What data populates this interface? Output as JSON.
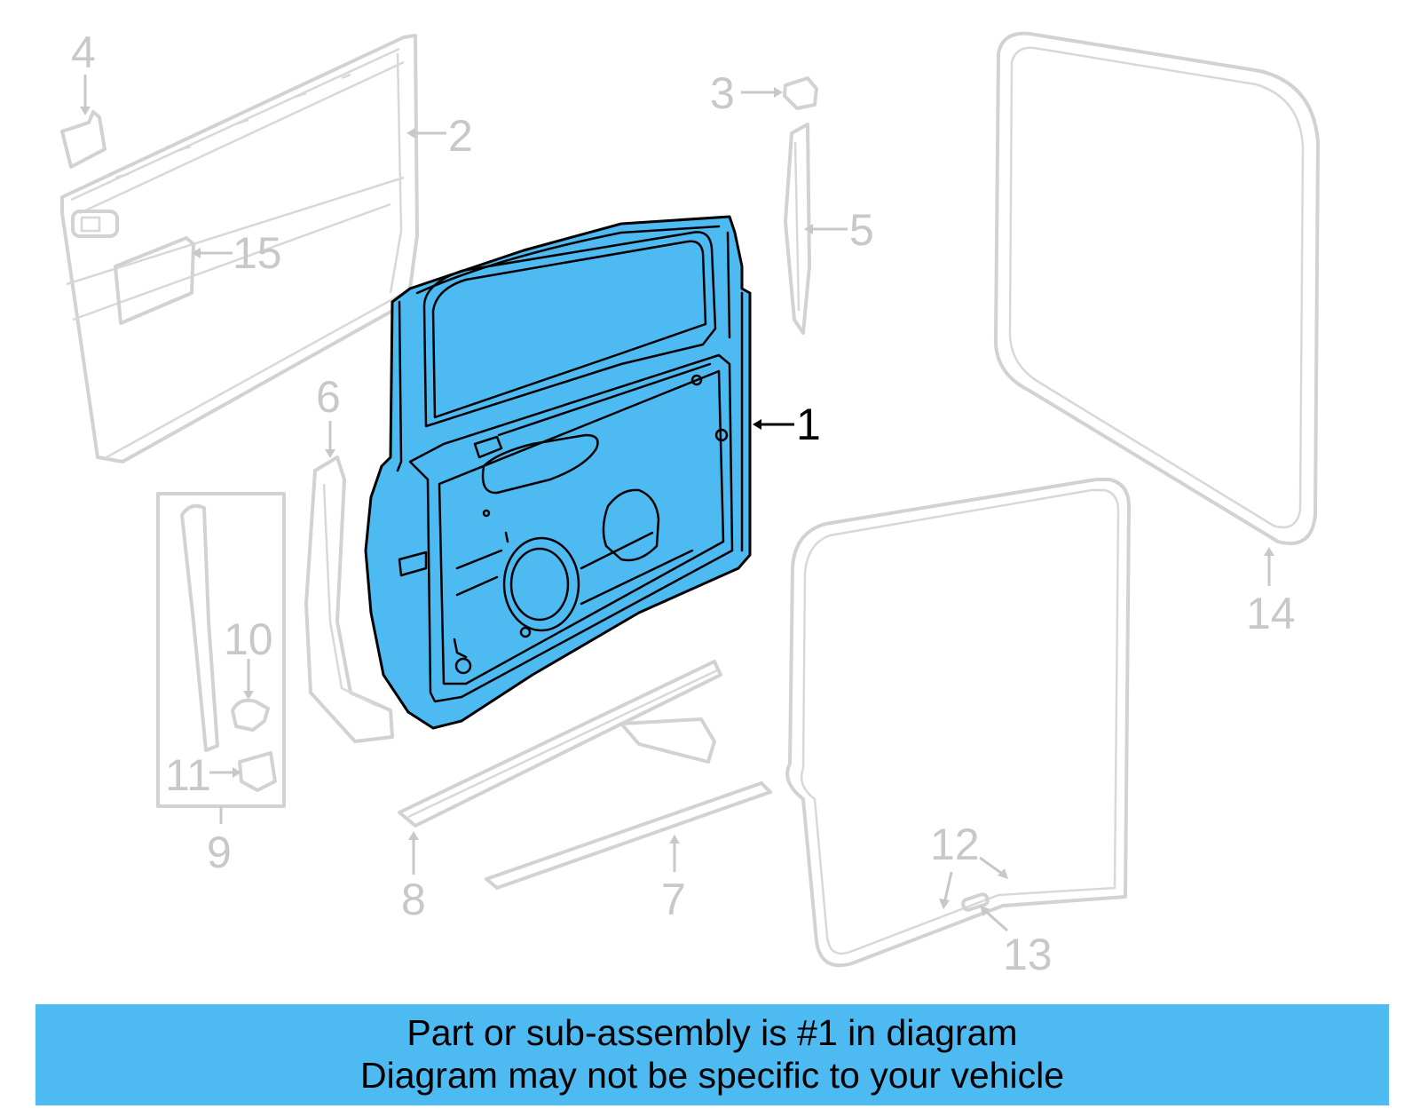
{
  "diagram": {
    "highlighted_part": "1",
    "callouts": [
      "1",
      "2",
      "3",
      "4",
      "5",
      "6",
      "7",
      "8",
      "9",
      "10",
      "11",
      "12",
      "13",
      "14",
      "15"
    ],
    "colors": {
      "highlight": "#4dbaf2",
      "ghost_lines": "#d2d2d2",
      "callout_text": "#c8c8c8",
      "main_callout_text": "#000000"
    }
  },
  "banner": {
    "line1": "Part or sub-assembly is #1 in diagram",
    "line2": "Diagram may not be specific to your vehicle"
  }
}
